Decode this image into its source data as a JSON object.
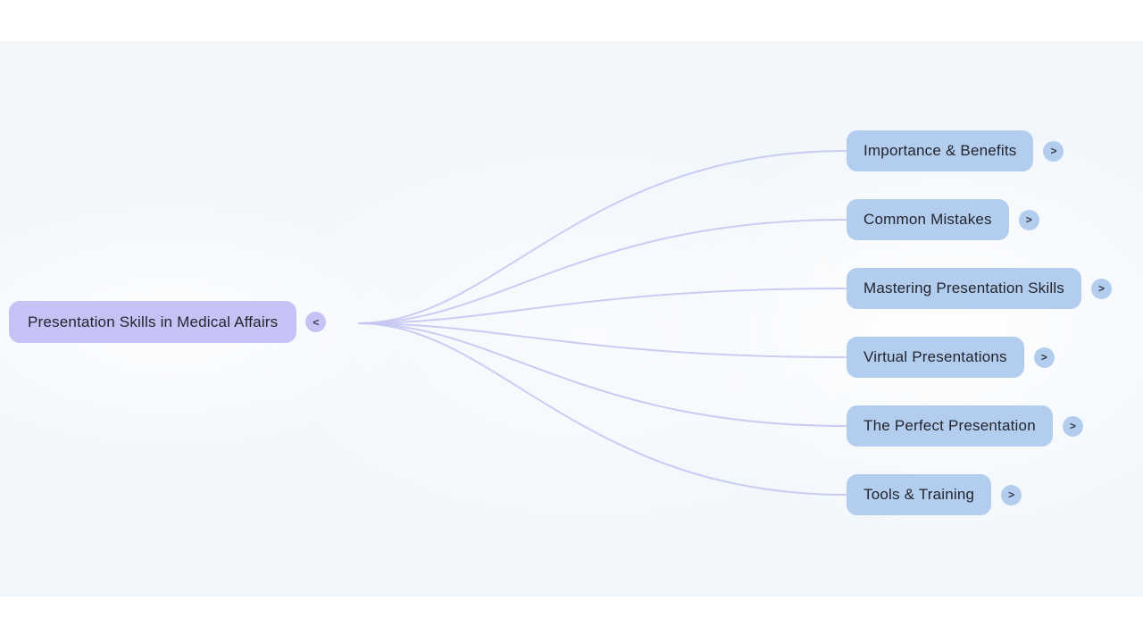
{
  "mindmap": {
    "root": {
      "label": "Presentation Skills in Medical Affairs",
      "collapse_button": "<"
    },
    "children": [
      {
        "label": "Importance & Benefits",
        "expand_button": ">"
      },
      {
        "label": "Common Mistakes",
        "expand_button": ">"
      },
      {
        "label": "Mastering Presentation Skills",
        "expand_button": ">"
      },
      {
        "label": "Virtual Presentations",
        "expand_button": ">"
      },
      {
        "label": "The Perfect Presentation",
        "expand_button": ">"
      },
      {
        "label": "Tools & Training",
        "expand_button": ">"
      }
    ],
    "colors": {
      "root_fill": "#c5c3f6",
      "child_fill": "#b3cdee",
      "edge": "#c5c6f2",
      "text": "#23252e",
      "canvas_background": "#f2f7fc",
      "frame": "#ffffff"
    }
  }
}
